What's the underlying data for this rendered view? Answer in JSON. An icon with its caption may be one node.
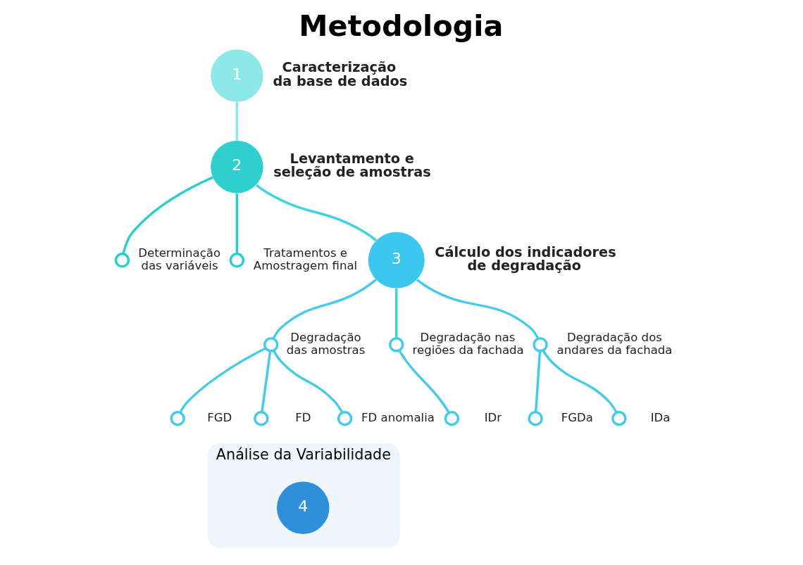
{
  "diagram": {
    "title": "Metodologia",
    "nodes": [
      {
        "text": [
          "1"
        ],
        "beside": [
          "Caracterização da base de dados"
        ]
      },
      {
        "text": [
          "2"
        ],
        "beside": [
          "Levantamento e seleção de amostras"
        ]
      },
      {
        "text": [],
        "shape": "circle",
        "beside": [
          "Determinação das variáveis"
        ]
      },
      {
        "text": [],
        "shape": "circle",
        "beside": [
          "Tratamentos e Amostragem final"
        ]
      },
      {
        "text": [
          "3"
        ],
        "beside": [
          "Cálculo dos indicadores de degradação"
        ]
      },
      {
        "text": [],
        "shape": "circle",
        "beside": [
          "Degradação das amostras"
        ]
      },
      {
        "text": [],
        "shape": "circle",
        "beside": [
          "Degradação nas regiões da fachada"
        ]
      },
      {
        "text": [],
        "shape": "circle",
        "beside": [
          "Degradação dos andares da fachada"
        ]
      },
      {
        "text": [],
        "shape": "circle",
        "beside": [
          "FGD"
        ]
      },
      {
        "text": [],
        "shape": "circle",
        "beside": [
          "FD"
        ]
      },
      {
        "text": [],
        "shape": "circle",
        "beside": [
          "FD anomalia"
        ]
      },
      {
        "text": [],
        "shape": "circle",
        "beside": [
          "IDr"
        ]
      },
      {
        "text": [],
        "shape": "circle",
        "beside": [
          "FGDa"
        ]
      },
      {
        "text": [],
        "shape": "circle",
        "beside": [
          "IDa"
        ]
      },
      {
        "text": [
          "Análise da Variabilidade"
        ]
      },
      {
        "text": [
          "4"
        ],
        "in": 14
      }
    ],
    "edges": [
      {
        "from": 0,
        "to": 1,
        "arrow": "none",
        "color": "#8fe6e6"
      },
      {
        "from": 1,
        "to": 2,
        "arrow": "none",
        "color": "#2ecccc"
      },
      {
        "from": 1,
        "to": 3,
        "arrow": "none",
        "color": "#2ecccc"
      },
      {
        "from": 1,
        "to": 4,
        "arrow": "none",
        "color": "#3ed3dd"
      },
      {
        "from": 4,
        "to": 5,
        "arrow": "none"
      },
      {
        "from": 4,
        "to": 6,
        "arrow": "none"
      },
      {
        "from": 4,
        "to": 7,
        "arrow": "none"
      },
      {
        "from": 5,
        "to": 8,
        "arrow": "none"
      },
      {
        "from": 5,
        "to": 9,
        "arrow": "none"
      },
      {
        "from": 5,
        "to": 10,
        "arrow": "none"
      },
      {
        "from": 6,
        "to": 11,
        "arrow": "none"
      },
      {
        "from": 7,
        "to": 12,
        "arrow": "none"
      },
      {
        "from": 7,
        "to": 13,
        "arrow": "none"
      }
    ]
  }
}
